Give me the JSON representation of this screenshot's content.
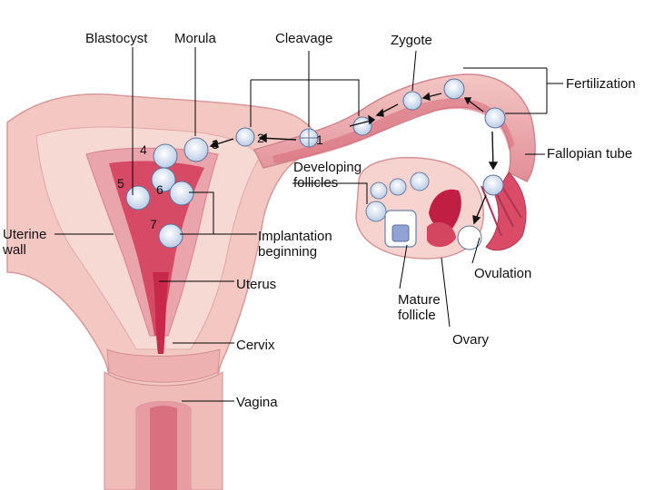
{
  "labels": {
    "blastocyst": "Blastocyst",
    "morula": "Morula",
    "cleavage": "Cleavage",
    "zygote": "Zygote",
    "fertilization": "Fertilization",
    "fallopian_tube": "Fallopian tube",
    "developing_follicles": "Developing\nfollicles",
    "uterine_wall": "Uterine\nwall",
    "implantation_beginning": "Implantation\nbeginning",
    "ovulation": "Ovulation",
    "uterus": "Uterus",
    "mature_follicle": "Mature\nfollicle",
    "ovary": "Ovary",
    "cervix": "Cervix",
    "vagina": "Vagina"
  },
  "steps": [
    "1",
    "2",
    "3",
    "4",
    "5",
    "6",
    "7"
  ],
  "colors": {
    "tissue_light": "#f4c9c4",
    "tissue_mid": "#e69a9e",
    "tissue_dark": "#c8294a",
    "cell_blue": "#c9d8ec",
    "leader": "#000000"
  }
}
